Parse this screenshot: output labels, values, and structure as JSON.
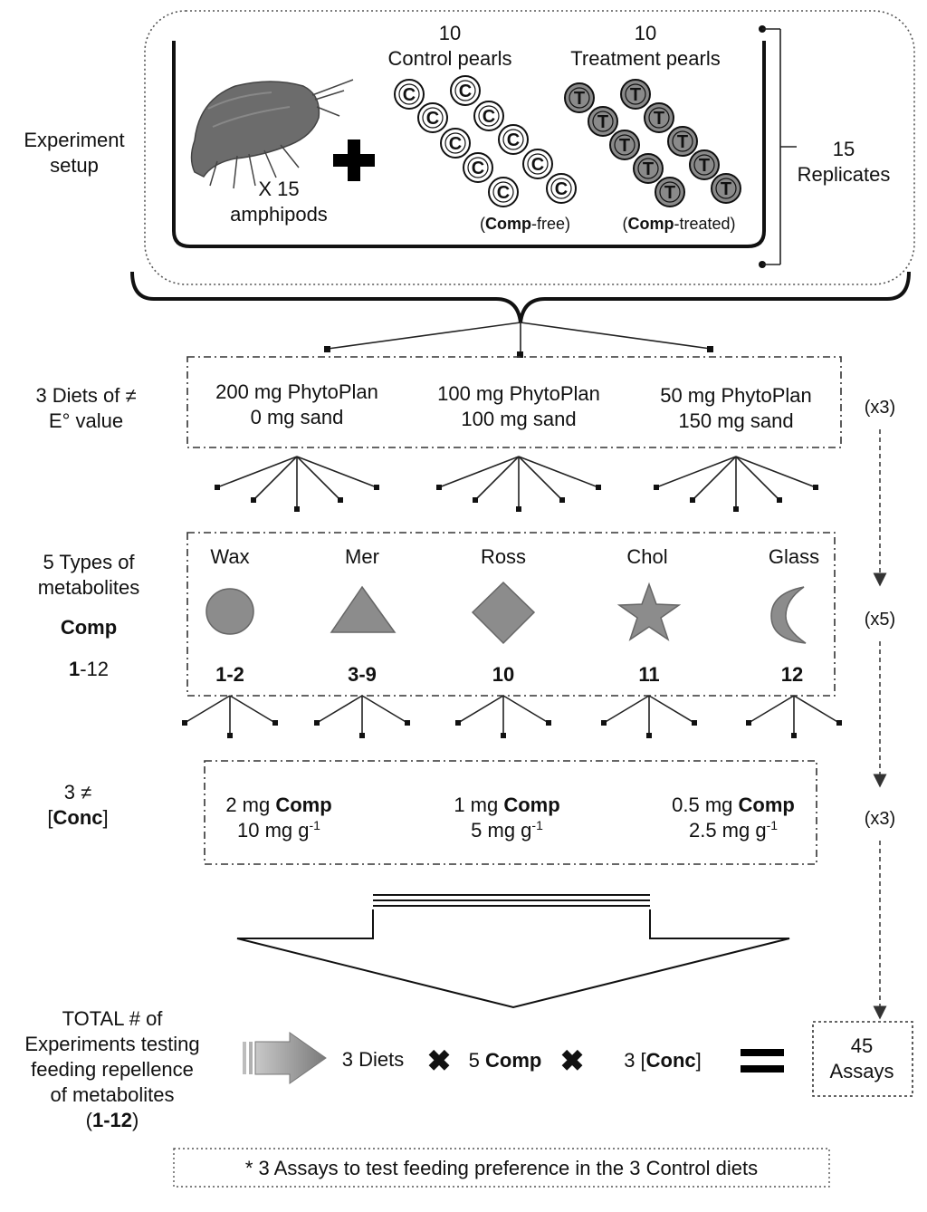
{
  "setup": {
    "label_line1": "Experiment",
    "label_line2": "setup",
    "amphipod_count": "X 15",
    "amphipod_label": "amphipods",
    "control_count": "10",
    "control_label": "Control pearls",
    "treatment_count": "10",
    "treatment_label": "Treatment pearls",
    "control_pearl_letter": "C",
    "treatment_pearl_letter": "T",
    "control_note_bold": "Comp",
    "control_note_rest": "-free)",
    "treatment_note_bold": "Comp",
    "treatment_note_rest": "-treated)",
    "paren_open": "(",
    "replicates_count": "15",
    "replicates_label": "Replicates"
  },
  "diets": {
    "label_line1": "3 Diets of ≠",
    "label_line2": "E° value",
    "items": [
      {
        "line1": "200 mg PhytoPlan",
        "line2": "0 mg sand"
      },
      {
        "line1": "100 mg PhytoPlan",
        "line2": "100 mg sand"
      },
      {
        "line1": "50 mg PhytoPlan",
        "line2": "150 mg sand"
      }
    ],
    "multiplier": "(x3)"
  },
  "metabolites": {
    "label_line1": "5 Types of",
    "label_line2": "metabolites",
    "label_comp": "Comp",
    "label_range": "1-12",
    "items": [
      {
        "name": "Wax",
        "shape": "circle",
        "range": "1-2"
      },
      {
        "name": "Mer",
        "shape": "triangle",
        "range": "3-9"
      },
      {
        "name": "Ross",
        "shape": "diamond",
        "range": "10"
      },
      {
        "name": "Chol",
        "shape": "star",
        "range": "11"
      },
      {
        "name": "Glass",
        "shape": "crescent",
        "range": "12"
      }
    ],
    "multiplier": "(x5)"
  },
  "concentrations": {
    "label_line1": "3 ≠",
    "label_bracket_open": "[",
    "label_conc": "Conc",
    "label_bracket_close": "]",
    "items": [
      {
        "amount": "2 mg ",
        "bold": "Comp",
        "conc": "10 mg g",
        "sup": "-1"
      },
      {
        "amount": "1 mg ",
        "bold": "Comp",
        "conc": "5 mg g",
        "sup": "-1"
      },
      {
        "amount": "0.5 mg ",
        "bold": "Comp",
        "conc": "2.5 mg g",
        "sup": "-1"
      }
    ],
    "multiplier": "(x3)"
  },
  "total": {
    "label_line1": "TOTAL # of",
    "label_line2": "Experiments testing",
    "label_line3": "feeding repellence",
    "label_line4": "of metabolites",
    "label_line5_open": "(",
    "label_line5_bold": "1-12",
    "label_line5_close": ")",
    "term1": "3 Diets",
    "term2_num": "5 ",
    "term2_bold": "Comp",
    "term3_num": "3 [",
    "term3_bold": "Conc",
    "term3_close": "]",
    "result_line1": "45",
    "result_line2": "Assays"
  },
  "footnote": "* 3 Assays to test feeding preference in the 3 Control diets"
}
